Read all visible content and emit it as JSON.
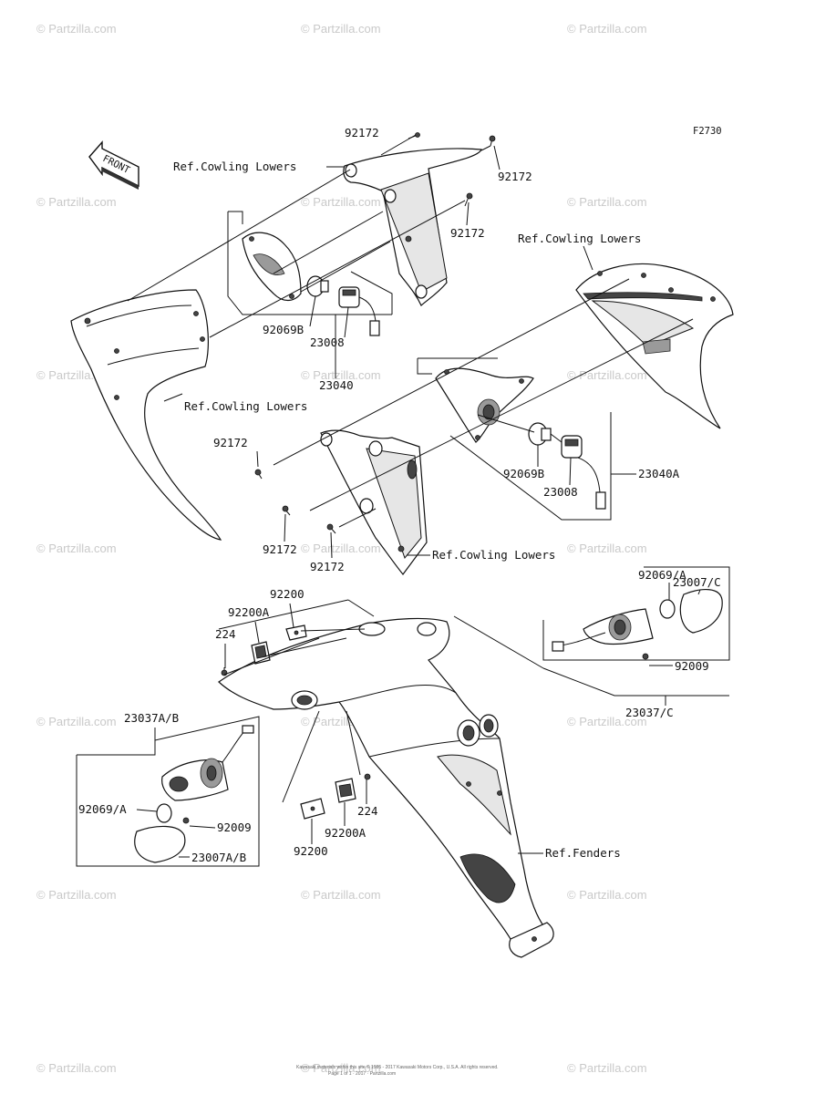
{
  "figure_code": "F2730",
  "front_label": "FRONT",
  "watermark": "© Partzilla.com",
  "footer": {
    "line1": "Kawasaki materials within this site © 1995 - 2017 Kawasaki Motors Corp., U.S.A. All rights reserved.",
    "line2": "Page 1 of 1 · 2017 · Partzilla.com"
  },
  "labels": {
    "p92172_a": "92172",
    "p92172_b": "92172",
    "p92172_c": "92172",
    "p92172_d": "92172",
    "p92172_e": "92172",
    "p92172_f": "92172",
    "ref_cowling_1": "Ref.Cowling Lowers",
    "ref_cowling_2": "Ref.Cowling Lowers",
    "ref_cowling_3": "Ref.Cowling Lowers",
    "ref_cowling_4": "Ref.Cowling Lowers",
    "p92069B_a": "92069B",
    "p23008_a": "23008",
    "p23040": "23040",
    "p92069B_b": "92069B",
    "p23008_b": "23008",
    "p23040A": "23040A",
    "p92200_a": "92200",
    "p92200A_a": "92200A",
    "p224_a": "224",
    "p23007C_a": "23007/C",
    "p92069A_a": "92069/A",
    "p92009_a": "92009",
    "p23037C": "23037/C",
    "p23037AB": "23037A/B",
    "p92069A_b": "92069/A",
    "p92009_b": "92009",
    "p23007AB": "23007A/B",
    "p224_b": "224",
    "p92200A_b": "92200A",
    "p92200_b": "92200",
    "ref_fenders": "Ref.Fenders"
  }
}
